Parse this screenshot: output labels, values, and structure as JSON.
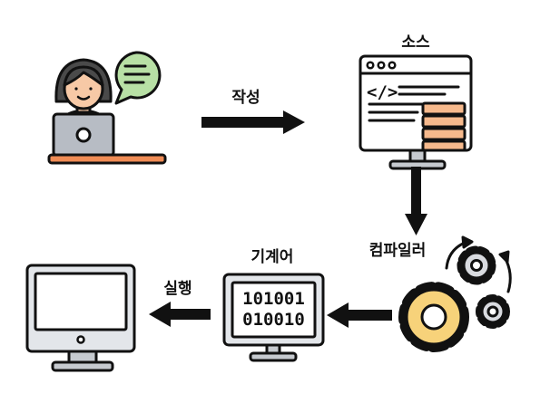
{
  "labels": {
    "write": "작성",
    "source": "소스",
    "compiler": "컴파일러",
    "machine_code": "기계어",
    "execute": "실행"
  },
  "machine_code_lines": [
    "101001",
    "010010"
  ],
  "code_tag": "</>",
  "icons": {
    "developer": "developer-at-laptop-icon",
    "speech": "speech-bubble-icon",
    "source": "source-code-window-icon",
    "compiler": "gears-icon",
    "machine": "binary-monitor-icon",
    "execution": "desktop-monitor-icon"
  },
  "colors": {
    "outline": "#111111",
    "hair": "#4a4a4a",
    "skin": "#f7c9a6",
    "shirt": "#8fd07c",
    "bubble": "#b8e0a5",
    "laptop": "#b7bcc4",
    "desk": "#f08c55",
    "screen_blue": "#d9eefa",
    "code_block": "#f6b98c",
    "gear_yellow": "#f7d27a",
    "gear_gray": "#d9dbe0",
    "monitor_gray": "#e3e6ea",
    "stand_gray": "#c6cacf"
  }
}
